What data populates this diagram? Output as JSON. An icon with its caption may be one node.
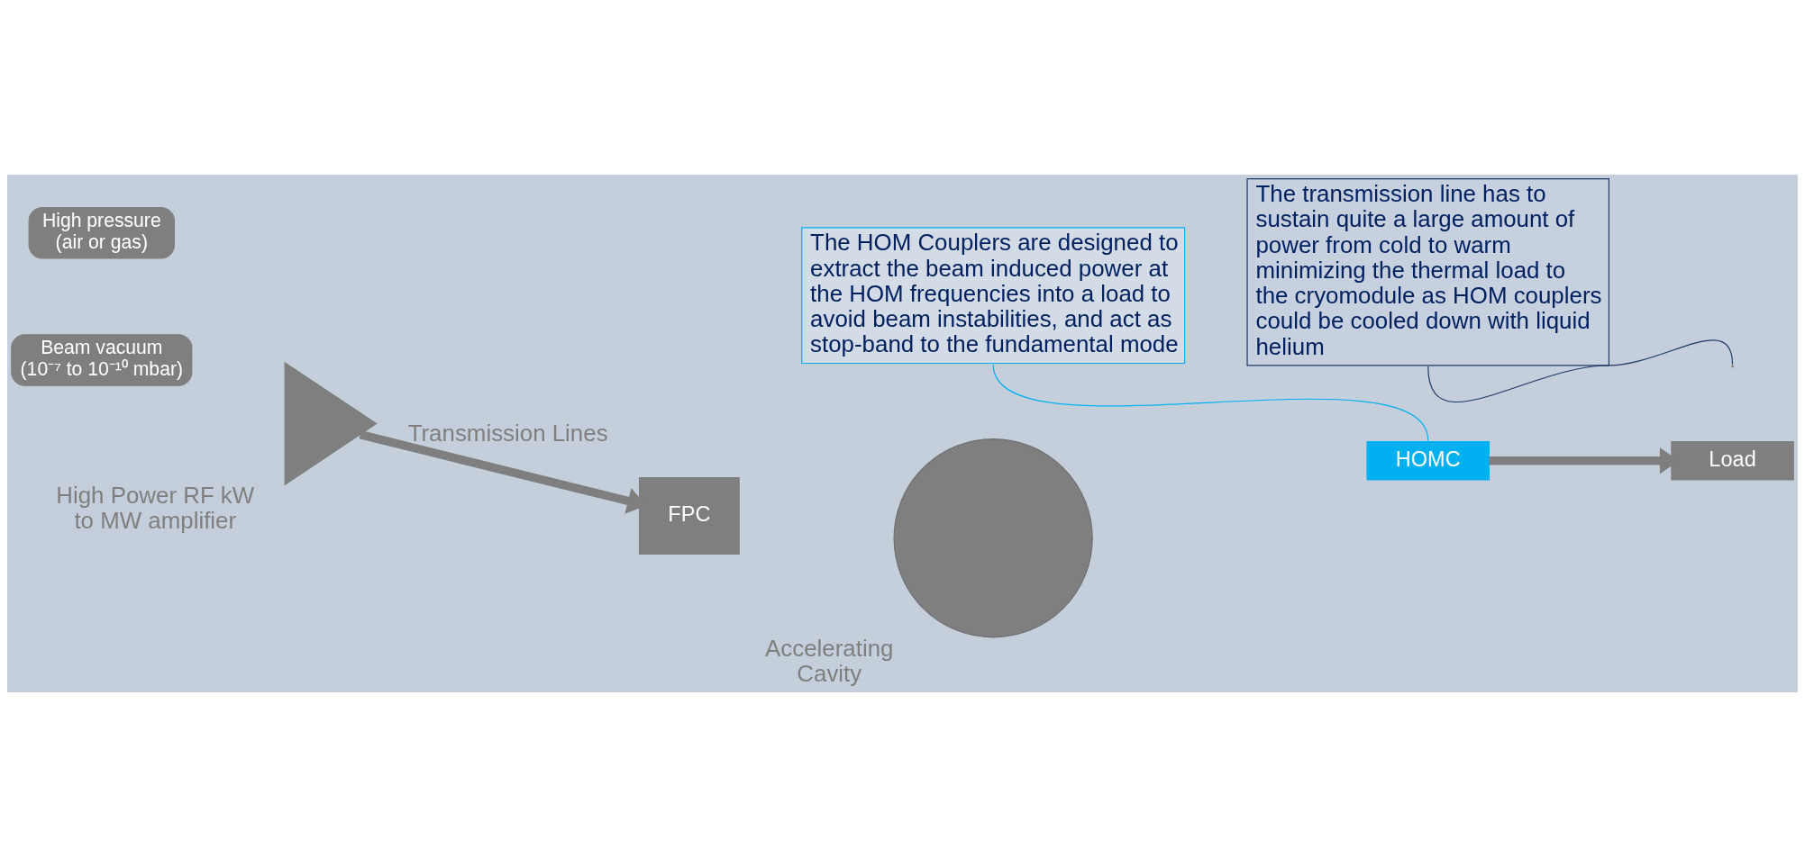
{
  "diagram": {
    "nodes": [
      {
        "text": [
          "High pressure",
          "(air or gas)"
        ]
      },
      {
        "text": [
          "Beam vacuum",
          "(10⁻⁷ to 10⁻¹⁰ mbar)"
        ]
      },
      {
        "text": [
          "The HOM Couplers are designed to extract the beam induced power at the HOM frequencies into a load to avoid beam instabilities, and act as stop-band to the fundamental mode"
        ]
      },
      {
        "text": [
          "The transmission line has to sustain quite a large amount of power from cold to warm minimizing the thermal load to the cryomodule as HOM couplers could be cooled down with liquid helium"
        ]
      },
      {
        "text": [],
        "shape": "triangle",
        "beside": [
          "High Power RF kW to MW amplifier"
        ]
      },
      {
        "text": [
          "FPC"
        ]
      },
      {
        "text": [],
        "shape": "circle",
        "beside": [
          "Accelerating Cavity"
        ]
      },
      {
        "text": [
          "HOMC"
        ]
      },
      {
        "text": [
          "Load"
        ]
      }
    ],
    "edges": [
      {
        "from": 4,
        "to": 5,
        "arrow": "to",
        "label": "Transmission Lines",
        "style": "thick"
      },
      {
        "from": 7,
        "to": 8,
        "arrow": "to",
        "style": "thick"
      },
      {
        "from": 2,
        "to": 7,
        "arrow": "none",
        "color": "#00b0f0"
      },
      {
        "from": 3,
        "to": null,
        "arrow": "none",
        "color": "#1f3864"
      }
    ]
  }
}
